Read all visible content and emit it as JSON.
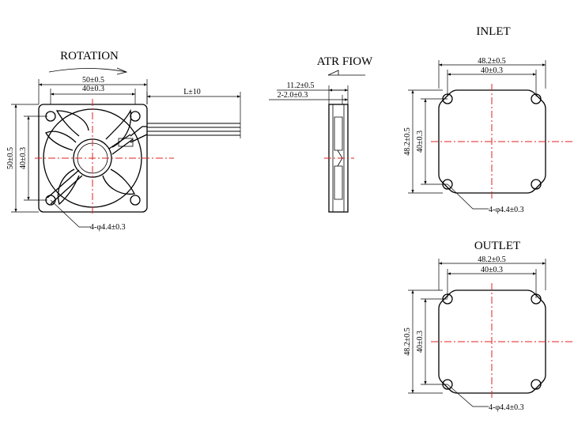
{
  "front_view": {
    "title": "ROTATION",
    "dim_outer": "50±0.5",
    "dim_inner": "40±0.3",
    "dim_side_outer": "50±0.5",
    "dim_side_inner": "40±0.3",
    "wire_length": "L±10",
    "holes": "4-φ4.4±0.3"
  },
  "side_view": {
    "title": "ATR FIOW",
    "dim_depth": "11.2±0.5",
    "dim_flange": "2-2.0±0.3"
  },
  "inlet_view": {
    "title": "INLET",
    "dim_outer": "48.2±0.5",
    "dim_inner": "40±0.3",
    "dim_side_outer": "48.2±0.5",
    "dim_side_inner": "40±0.3",
    "holes": "4-φ4.4±0.3"
  },
  "outlet_view": {
    "title": "OUTLET",
    "dim_outer": "48.2±0.5",
    "dim_inner": "40±0.3",
    "dim_side_outer": "48.2±0.5",
    "dim_side_inner": "40±0.3",
    "holes": "4-φ4.4±0.3"
  }
}
